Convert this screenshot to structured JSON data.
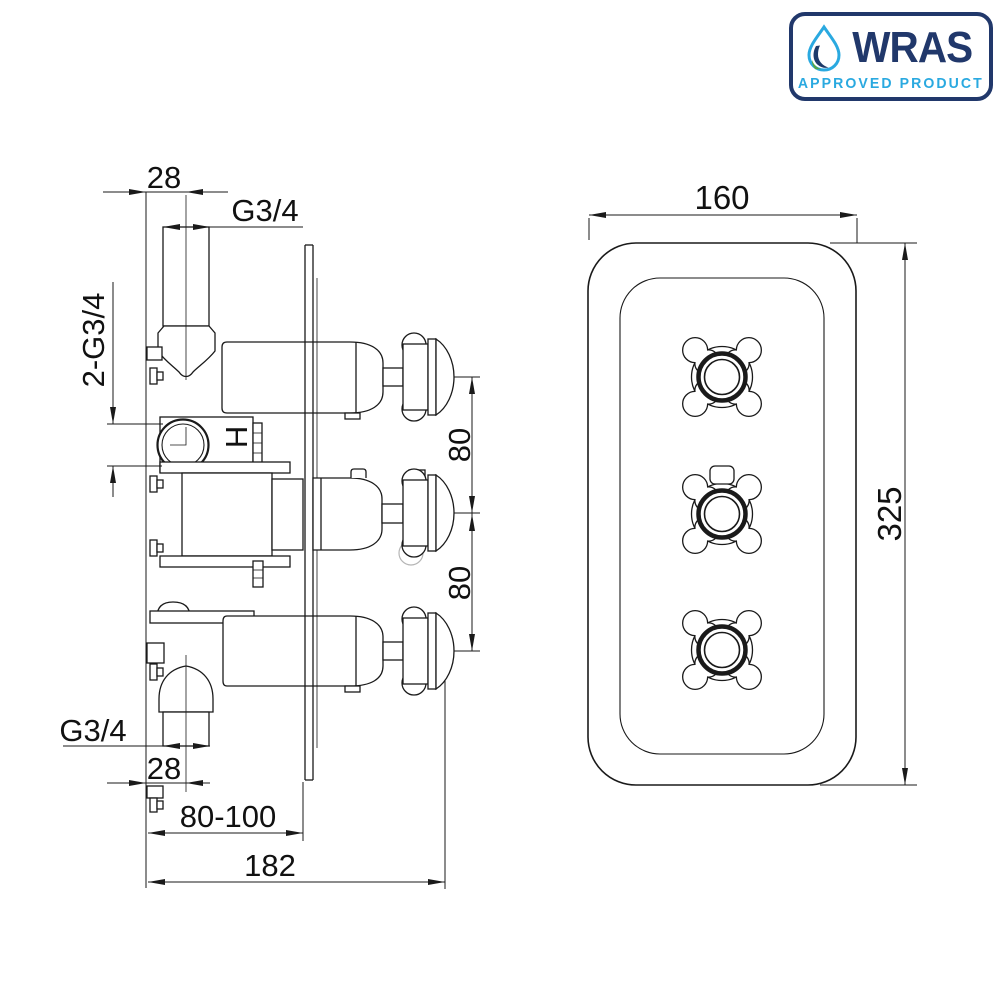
{
  "wras": {
    "title": "WRAS",
    "subtitle": "APPROVED PRODUCT",
    "border_color": "#21386b",
    "title_color": "#21386b",
    "subtitle_color": "#2aa9e0",
    "drop_blue": "#2aa9e0",
    "drop_navy": "#1d3a6a",
    "drop_green": "#55a544"
  },
  "side_view": {
    "top_offset": "28",
    "top_thread": "G3/4",
    "inlet_threads": "2-G3/4",
    "hot_marker": "H",
    "upper_spacing": "80",
    "lower_spacing": "80",
    "bottom_thread": "G3/4",
    "bottom_offset": "28",
    "wall_depth_range": "80-100",
    "total_depth": "182"
  },
  "front_view": {
    "plate_width": "160",
    "plate_height": "325"
  },
  "drawing": {
    "line_color": "#1a1a1a",
    "background": "#ffffff"
  }
}
